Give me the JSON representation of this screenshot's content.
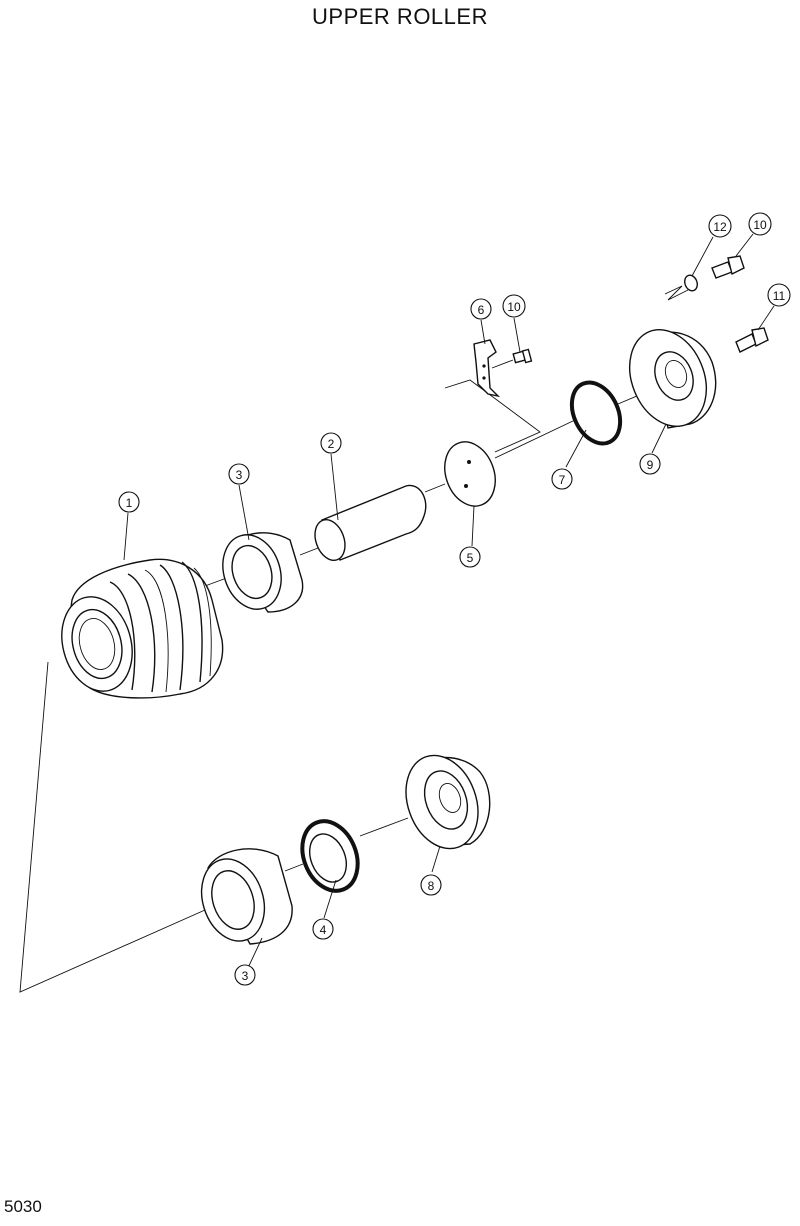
{
  "title": "UPPER ROLLER",
  "page_number": "5030",
  "callouts": {
    "roller": "1",
    "shaft": "2",
    "bushing_upper": "3",
    "bushing_lower": "3",
    "seal": "4",
    "thrust_plate": "5",
    "lock_plate": "6",
    "o_ring": "7",
    "collar": "8",
    "cover": "9",
    "bolt_lock_plate": "10",
    "bolt_top": "10",
    "bolt_cover": "11",
    "washer": "12"
  }
}
